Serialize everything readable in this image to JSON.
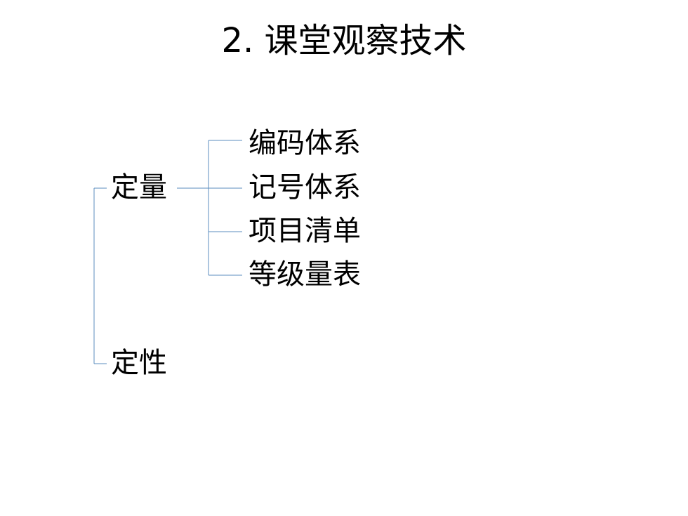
{
  "title": "2. 课堂观察技术",
  "tree": {
    "root_children": [
      {
        "label": "定量",
        "children": [
          "编码体系",
          "记号体系",
          "项目清单",
          "等级量表"
        ]
      },
      {
        "label": "定性",
        "children": []
      }
    ]
  },
  "colors": {
    "connector": "#5b8dbf",
    "text": "#000000",
    "background": "#ffffff"
  }
}
